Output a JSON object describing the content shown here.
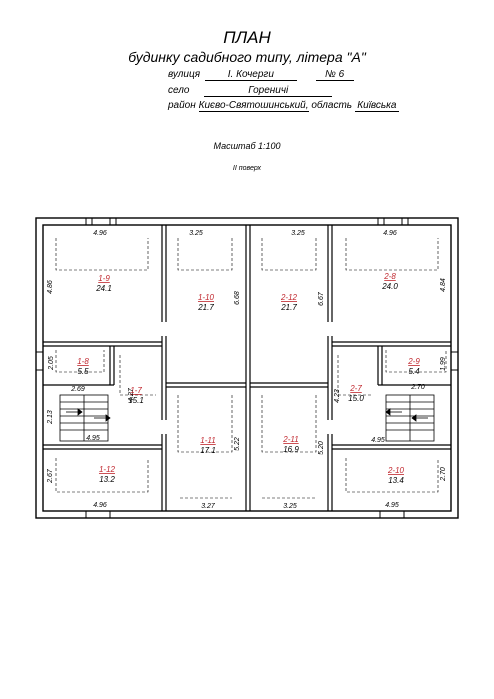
{
  "header": {
    "title": "ПЛАН",
    "subtitle": "будинку садибного типу, літера \"А\"",
    "street_label": "вулиця",
    "street_value": "І. Кочерги",
    "house_no": "№ 6",
    "village_label": "село",
    "village_value": "Гореничі",
    "district_label": "район",
    "district_value": "Києво-Святошинський,",
    "oblast_label": "область",
    "oblast_value": "Київська",
    "scale": "Масштаб 1:100",
    "floor": "ІІ поверх"
  },
  "rooms": [
    {
      "id": "r19",
      "number": "1-9",
      "area": "24.1"
    },
    {
      "id": "r110",
      "number": "1-10",
      "area": "21.7"
    },
    {
      "id": "r212",
      "number": "2-12",
      "area": "21.7"
    },
    {
      "id": "r28",
      "number": "2-8",
      "area": "24.0"
    },
    {
      "id": "r18",
      "number": "1-8",
      "area": "5.5"
    },
    {
      "id": "r17",
      "number": "1-7",
      "area": "15.1"
    },
    {
      "id": "r27",
      "number": "2-7",
      "area": "15.0"
    },
    {
      "id": "r29",
      "number": "2-9",
      "area": "5.4"
    },
    {
      "id": "r111",
      "number": "1-11",
      "area": "17.1"
    },
    {
      "id": "r211",
      "number": "2-11",
      "area": "16.9"
    },
    {
      "id": "r112",
      "number": "1-12",
      "area": "13.2"
    },
    {
      "id": "r210",
      "number": "2-10",
      "area": "13.4"
    }
  ],
  "dimensions": {
    "d1": "4.96",
    "d2": "4.86",
    "d3": "3.25",
    "d4": "3.25",
    "d5": "4.96",
    "d6": "4.84",
    "d7": "6.68",
    "d8": "6.67",
    "d9": "2.05",
    "d10": "1.99",
    "d11": "2.69",
    "d12": "2.70",
    "d13": "4.27",
    "d14": "4.23",
    "d15": "2.13",
    "d16": "4.95",
    "d17": "4.95",
    "d18": "5.22",
    "d19": "5.20",
    "d20": "2.67",
    "d21": "2.70",
    "d22": "4.96",
    "d23": "3.27",
    "d24": "3.25",
    "d25": "4.95"
  },
  "colors": {
    "room_number": "#c0262d",
    "ink": "#000000"
  }
}
